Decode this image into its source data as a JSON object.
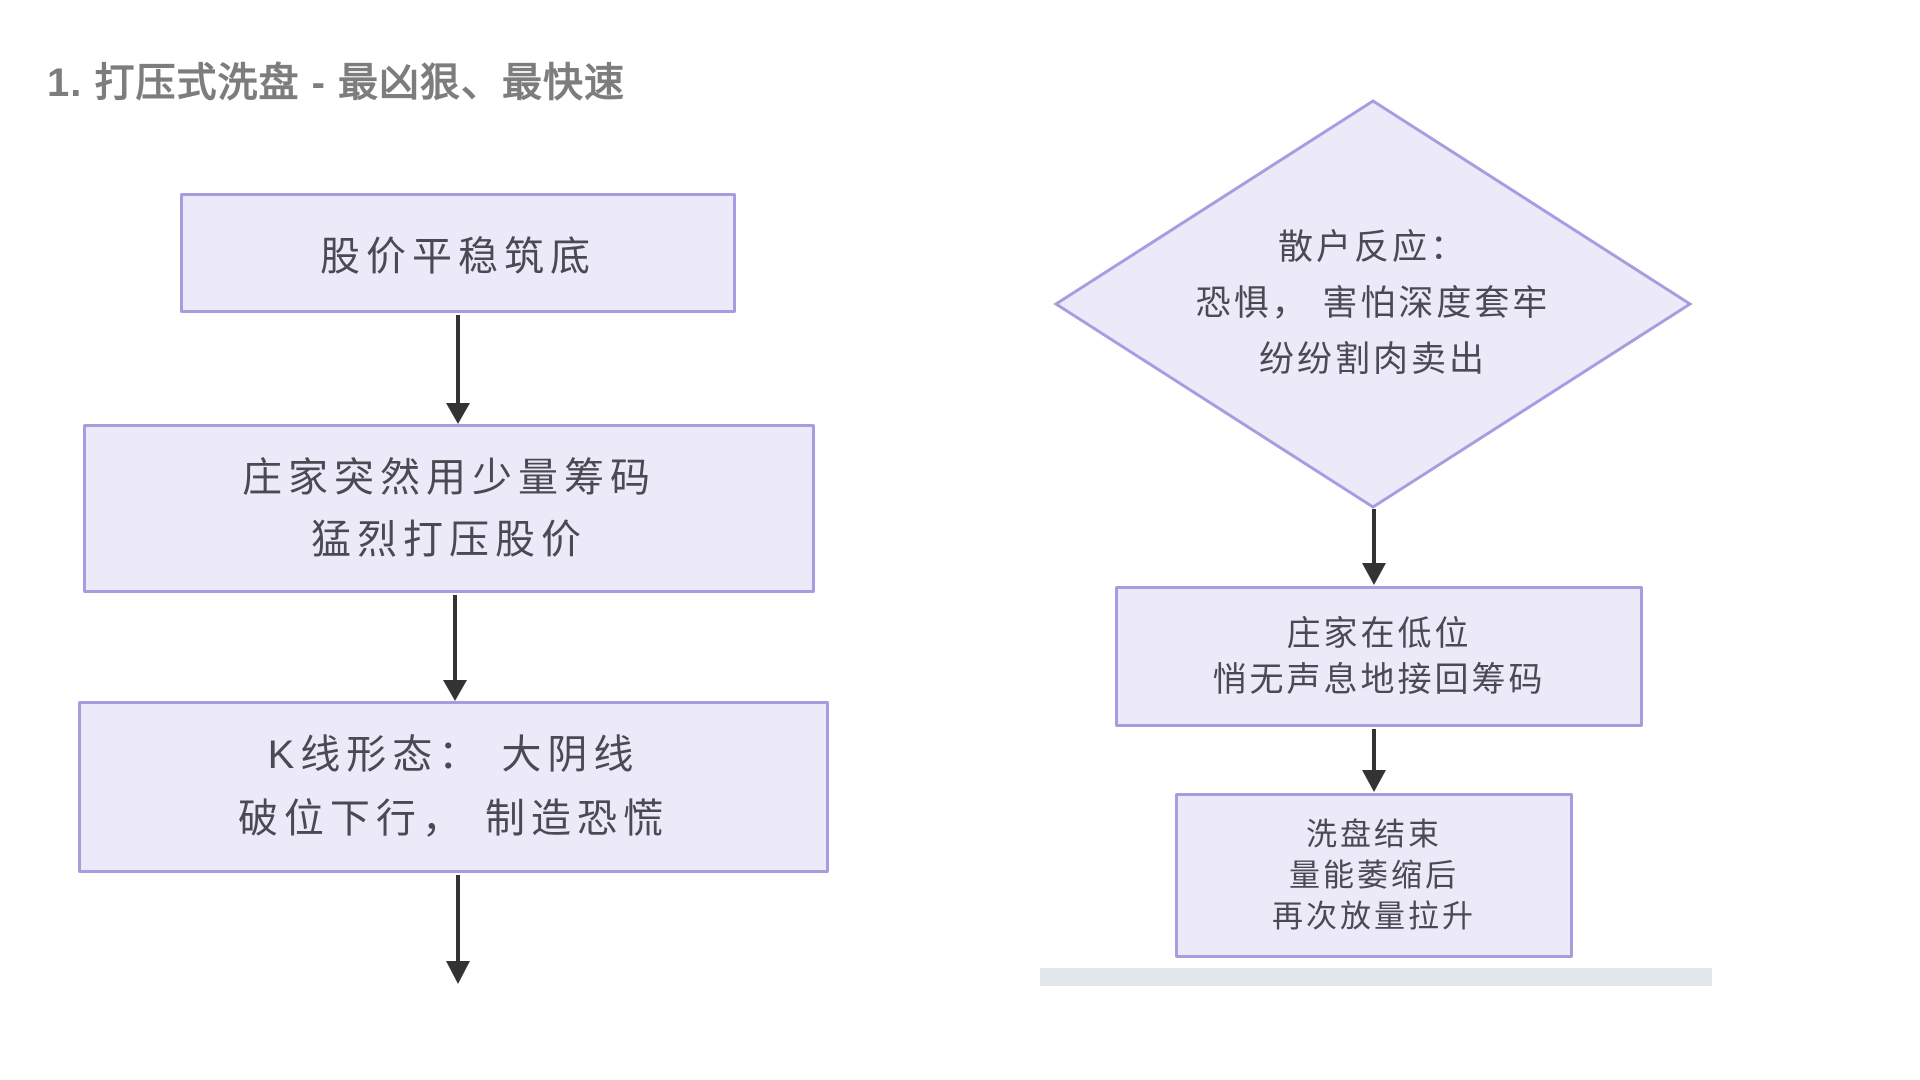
{
  "title": {
    "text": "1. 打压式洗盘 - 最凶狠、最快速"
  },
  "colors": {
    "background": "#ffffff",
    "node_fill": "#eceaf8",
    "node_border": "#a89ce1",
    "node_text": "#4a4a52",
    "title_text": "#7d7d7d",
    "arrow": "#333333",
    "divider_bar": "#e3e7eb"
  },
  "flowchart": {
    "left": {
      "box1": {
        "line1": "股价平稳筑底"
      },
      "box2": {
        "line1": "庄家突然用少量筹码",
        "line2": "猛烈打压股价"
      },
      "box3": {
        "line1": "K线形态： 大阴线",
        "line2": "破位下行， 制造恐慌"
      }
    },
    "right": {
      "diamond": {
        "line1": "散户反应：",
        "line2": "恐惧， 害怕深度套牢",
        "line3": "纷纷割肉卖出"
      },
      "box1": {
        "line1": "庄家在低位",
        "line2": "悄无声息地接回筹码"
      },
      "box2": {
        "line1": "洗盘结束",
        "line2": "量能萎缩后",
        "line3": "再次放量拉升"
      }
    }
  }
}
